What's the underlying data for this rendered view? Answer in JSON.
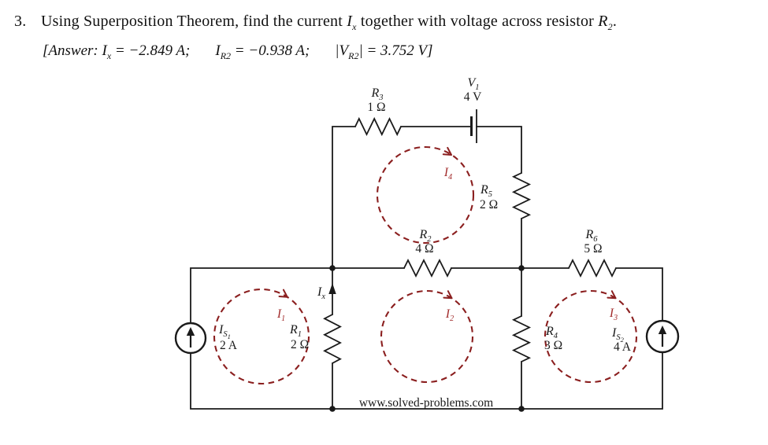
{
  "problem": {
    "number": "3.",
    "statement": {
      "part1": "Using Superposition Theorem, find the current ",
      "ix_name": "I",
      "ix_sub": "x",
      "part2": " together with voltage across resistor ",
      "r2_name": "R",
      "r2_sub": "2",
      "part3": "."
    },
    "answer": {
      "prefix": "[Answer: ",
      "ix_name": "I",
      "ix_sub": "x",
      "ix_value": " = −2.849 A;",
      "ir2_name": "I",
      "ir2_sub": "R2",
      "ir2_value": " = −0.938 A;",
      "bar_open": "|",
      "vr2_name": "V",
      "vr2_sub": "R2",
      "bar_close": "|",
      "vr2_value": " = 3.752 V]"
    }
  },
  "circuit": {
    "watermark": "www.solved-problems.com",
    "colors": {
      "wire": "#1a1a1a",
      "mesh_loop": "#8b1f1f",
      "mesh_label": "#a12a2a"
    },
    "components": {
      "r3": {
        "name": "R",
        "sub": "3",
        "value": "1 Ω"
      },
      "v1": {
        "name": "V",
        "sub": "1",
        "value": "4 V"
      },
      "r5": {
        "name": "R",
        "sub": "5",
        "value": "2 Ω"
      },
      "r2": {
        "name": "R",
        "sub": "2",
        "value": "4 Ω"
      },
      "r6": {
        "name": "R",
        "sub": "6",
        "value": "5 Ω"
      },
      "r1": {
        "name": "R",
        "sub": "1",
        "value": "2 Ω"
      },
      "r4": {
        "name": "R",
        "sub": "4",
        "value": "3 Ω"
      },
      "is1": {
        "name": "I",
        "sub": "S",
        "subsub": "1",
        "value": "2 A"
      },
      "is2": {
        "name": "I",
        "sub": "S",
        "subsub": "2",
        "value": "4 A"
      },
      "ix": {
        "name": "I",
        "sub": "x"
      },
      "mesh1": {
        "name": "I",
        "sub": "1"
      },
      "mesh2": {
        "name": "I",
        "sub": "2"
      },
      "mesh3": {
        "name": "I",
        "sub": "3"
      },
      "mesh4": {
        "name": "I",
        "sub": "4"
      }
    }
  }
}
